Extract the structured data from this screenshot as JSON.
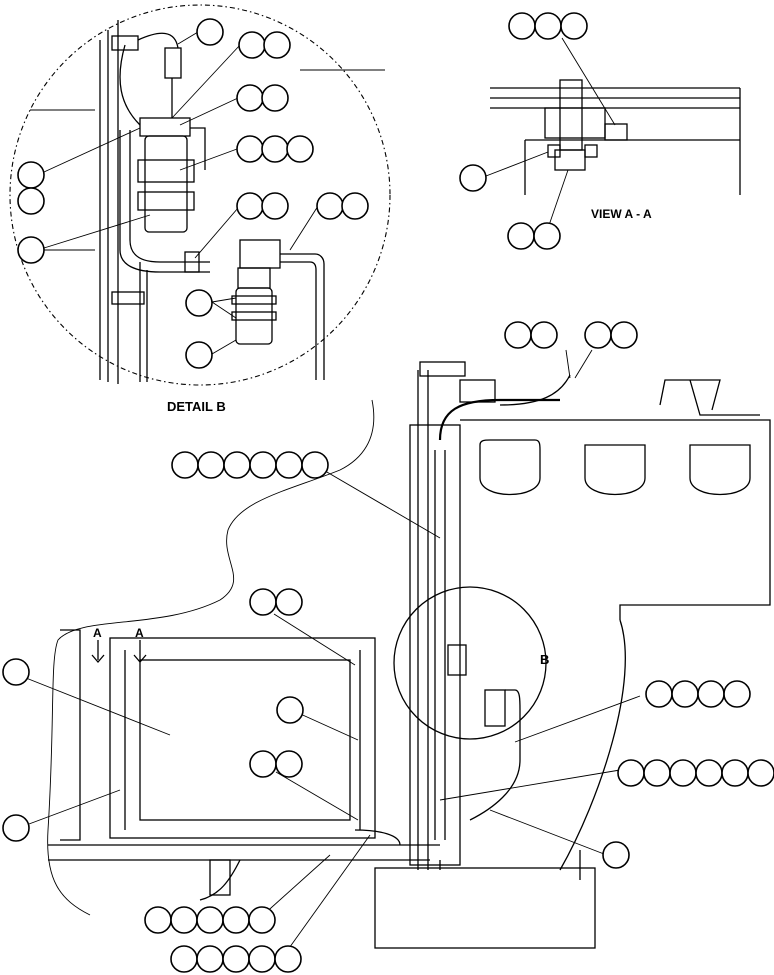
{
  "labels": {
    "detail_b": "DETAIL B",
    "view_aa": "VIEW A - A",
    "detail_b_marker": "B",
    "section_a_left": "A",
    "section_a_right": "A"
  }
}
